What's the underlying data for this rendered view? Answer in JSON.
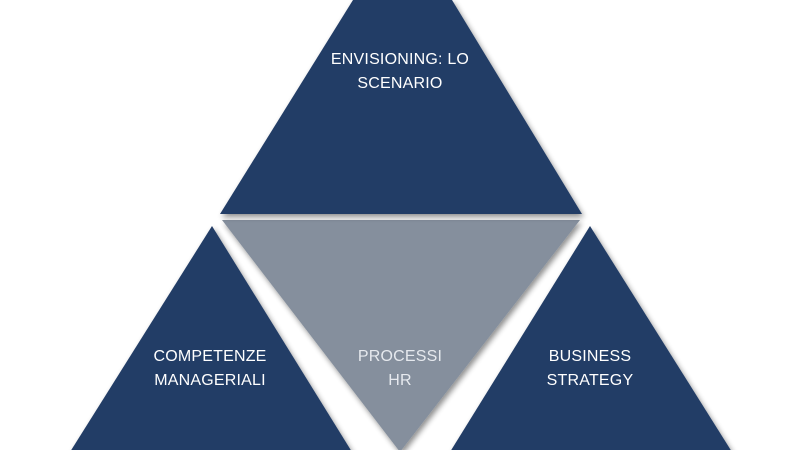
{
  "colors": {
    "outer_triangles": "#223c66",
    "center_triangle": "#858f9d",
    "background": "#ffffff"
  },
  "diagram": {
    "top": {
      "line1": "ENVISIONING: LO",
      "line2": "SCENARIO"
    },
    "left": {
      "line1": "COMPETENZE",
      "line2": "MANAGERIALI"
    },
    "center": {
      "line1": "PROCESSI",
      "line2": "HR"
    },
    "right": {
      "line1": "BUSINESS",
      "line2": "STRATEGY"
    }
  }
}
